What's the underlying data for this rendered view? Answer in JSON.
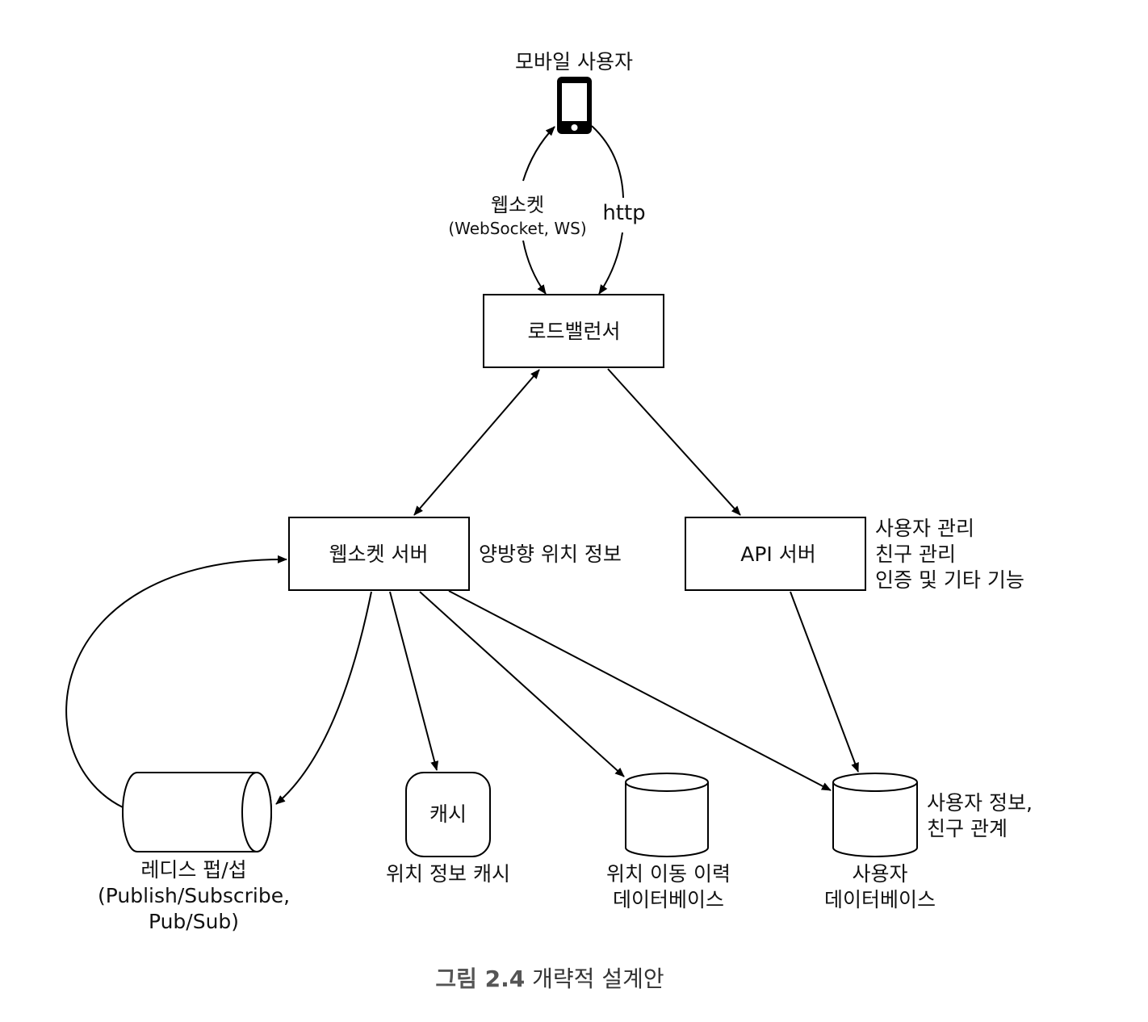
{
  "nodes": {
    "mobile_user": {
      "label": "모바일 사용자",
      "icon": "smartphone-icon"
    },
    "load_balancer": {
      "label": "로드밸런서"
    },
    "websocket_server": {
      "label": "웹소켓 서버",
      "note": "양방향 위치 정보"
    },
    "api_server": {
      "label": "API 서버",
      "notes": [
        "사용자 관리",
        "친구 관리",
        "인증 및 기타 기능"
      ]
    },
    "redis_pubsub": {
      "lines": [
        "레디스 펍/섭",
        "(Publish/Subscribe,",
        "Pub/Sub)"
      ]
    },
    "cache": {
      "label": "캐시",
      "caption": "위치 정보 캐시"
    },
    "location_history_db": {
      "lines": [
        "위치 이동 이력",
        "데이터베이스"
      ]
    },
    "user_db": {
      "lines": [
        "사용자",
        "데이터베이스"
      ],
      "notes": [
        "사용자 정보,",
        "친구 관계"
      ]
    }
  },
  "edges": {
    "websocket": {
      "label": "웹소켓",
      "sublabel": "(WebSocket, WS)"
    },
    "http": {
      "label": "http"
    }
  },
  "caption": {
    "prefix": "그림 2.4",
    "text": "개략적 설계안"
  }
}
